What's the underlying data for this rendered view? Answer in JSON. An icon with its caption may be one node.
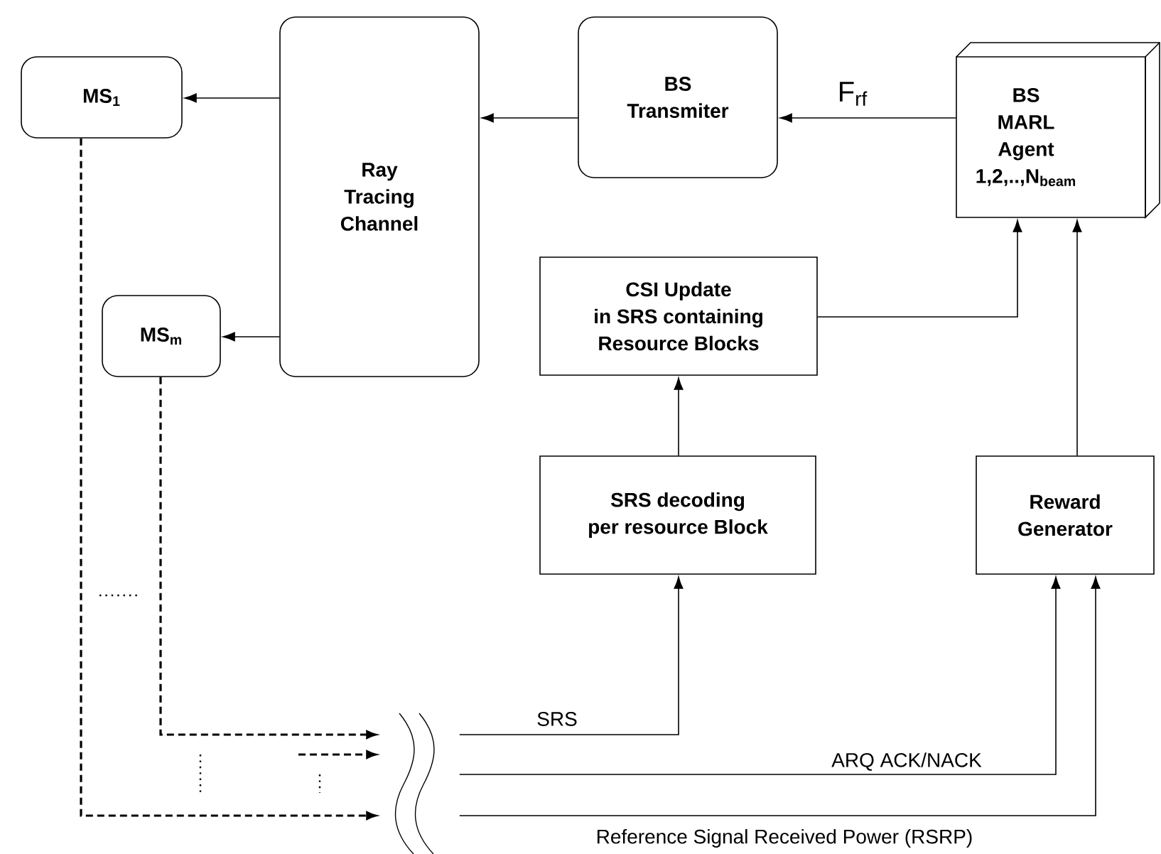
{
  "diagram": {
    "nodes": [
      {
        "text": [
          "MS$_{1}$"
        ]
      },
      {
        "text": [
          "Ray Tracing Channel"
        ]
      },
      {
        "text": [
          "BS Transmiter"
        ]
      },
      {
        "text": [
          "BS MARL Agent 1,2,..,N$_{beam}$"
        ]
      },
      {
        "text": [
          "MS$_{m}$"
        ]
      },
      {
        "text": [
          "CSI Update in SRS containing Resource Blocks"
        ]
      },
      {
        "text": [
          "SRS decoding per resource Block"
        ]
      },
      {
        "text": [
          "Reward Generator"
        ]
      },
      {
        "text": [],
        "shape": "wave"
      }
    ],
    "edges": [
      {
        "from": 3,
        "to": 2,
        "arrow": "to",
        "label": "F$_{rf}$"
      },
      {
        "from": 2,
        "to": 1,
        "arrow": "to"
      },
      {
        "from": 1,
        "to": 0,
        "arrow": "to"
      },
      {
        "from": 1,
        "to": 4,
        "arrow": "to"
      },
      {
        "from": 5,
        "to": 3,
        "arrow": "to"
      },
      {
        "from": 6,
        "to": 5,
        "arrow": "to"
      },
      {
        "from": 7,
        "to": 3,
        "arrow": "to"
      },
      {
        "from": 0,
        "to": 8,
        "arrow": "to",
        "style": "dashed"
      },
      {
        "from": 4,
        "to": 8,
        "arrow": "to",
        "style": "dashed"
      },
      {
        "from": null,
        "to": 8,
        "arrow": "to",
        "style": "dashed"
      },
      {
        "from": 8,
        "to": 6,
        "arrow": "to",
        "label": "SRS"
      },
      {
        "from": 8,
        "to": 7,
        "arrow": "to",
        "label": "ARQ ACK/NACK"
      },
      {
        "from": 8,
        "to": 7,
        "arrow": "to",
        "label": "Reference Signal Received Power (RSRP)"
      }
    ]
  }
}
